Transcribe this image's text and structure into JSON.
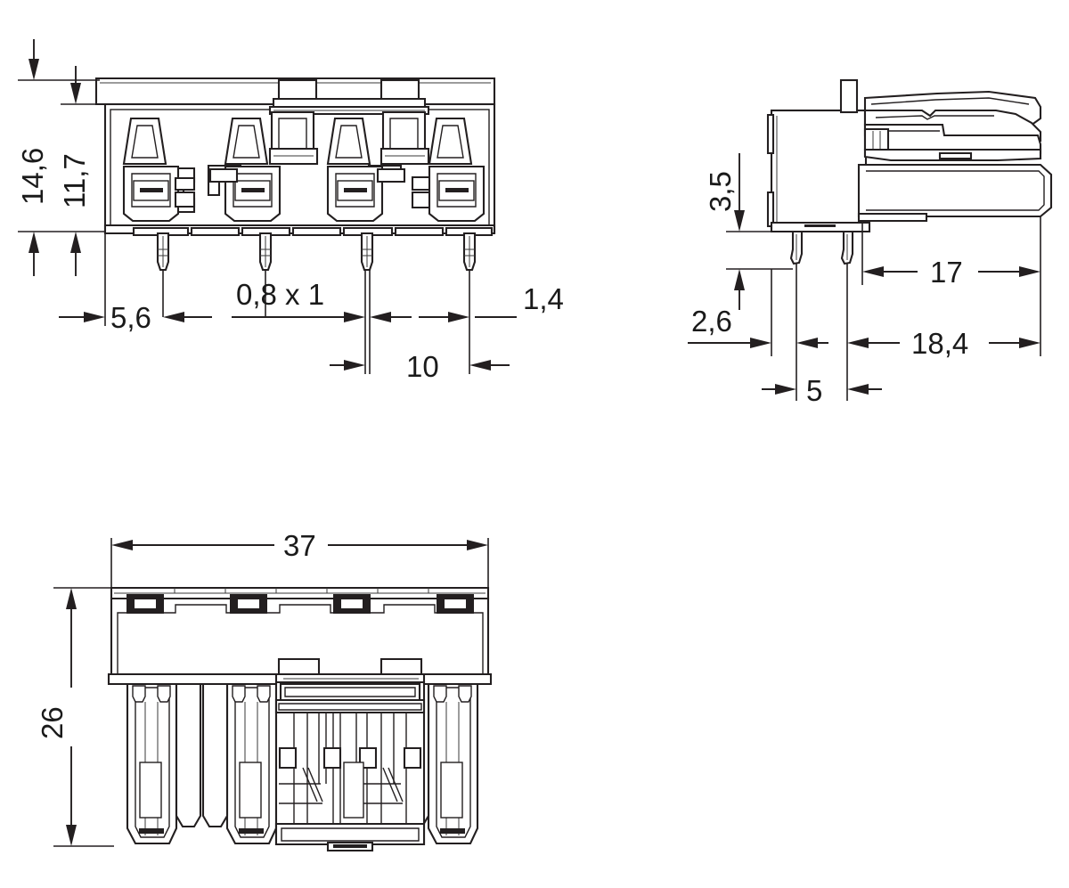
{
  "drawing": {
    "title": "PCB connector technical drawing",
    "units": "mm",
    "decimal_separator": "comma",
    "line_color": "#231f20",
    "background": "#ffffff",
    "poles": 4,
    "views": [
      {
        "id": "front-elevation",
        "name": "front elevation view"
      },
      {
        "id": "side-elevation",
        "name": "side elevation view"
      },
      {
        "id": "bottom-plan",
        "name": "bottom plan view"
      }
    ]
  },
  "dimensions": {
    "front": [
      {
        "id": "d-14-6",
        "label": "14,6",
        "orientation": "vertical",
        "rotated": true
      },
      {
        "id": "d-11-7",
        "label": "11,7",
        "orientation": "vertical",
        "rotated": true
      },
      {
        "id": "d-5-6",
        "label": "5,6",
        "orientation": "horizontal",
        "rotated": false
      },
      {
        "id": "d-0-8x1",
        "label": "0,8 x 1",
        "orientation": "horizontal",
        "rotated": false
      },
      {
        "id": "d-10",
        "label": "10",
        "orientation": "horizontal",
        "rotated": false
      },
      {
        "id": "d-1-4",
        "label": "1,4",
        "orientation": "horizontal",
        "rotated": false
      }
    ],
    "side": [
      {
        "id": "d-3-5",
        "label": "3,5",
        "orientation": "vertical",
        "rotated": true
      },
      {
        "id": "d-2-6",
        "label": "2,6",
        "orientation": "horizontal",
        "rotated": false
      },
      {
        "id": "d-5",
        "label": "5",
        "orientation": "horizontal",
        "rotated": false
      },
      {
        "id": "d-17",
        "label": "17",
        "orientation": "horizontal",
        "rotated": false
      },
      {
        "id": "d-18-4",
        "label": "18,4",
        "orientation": "horizontal",
        "rotated": false
      }
    ],
    "bottom": [
      {
        "id": "d-37",
        "label": "37",
        "orientation": "horizontal",
        "rotated": false
      },
      {
        "id": "d-26",
        "label": "26",
        "orientation": "vertical",
        "rotated": true
      }
    ]
  }
}
